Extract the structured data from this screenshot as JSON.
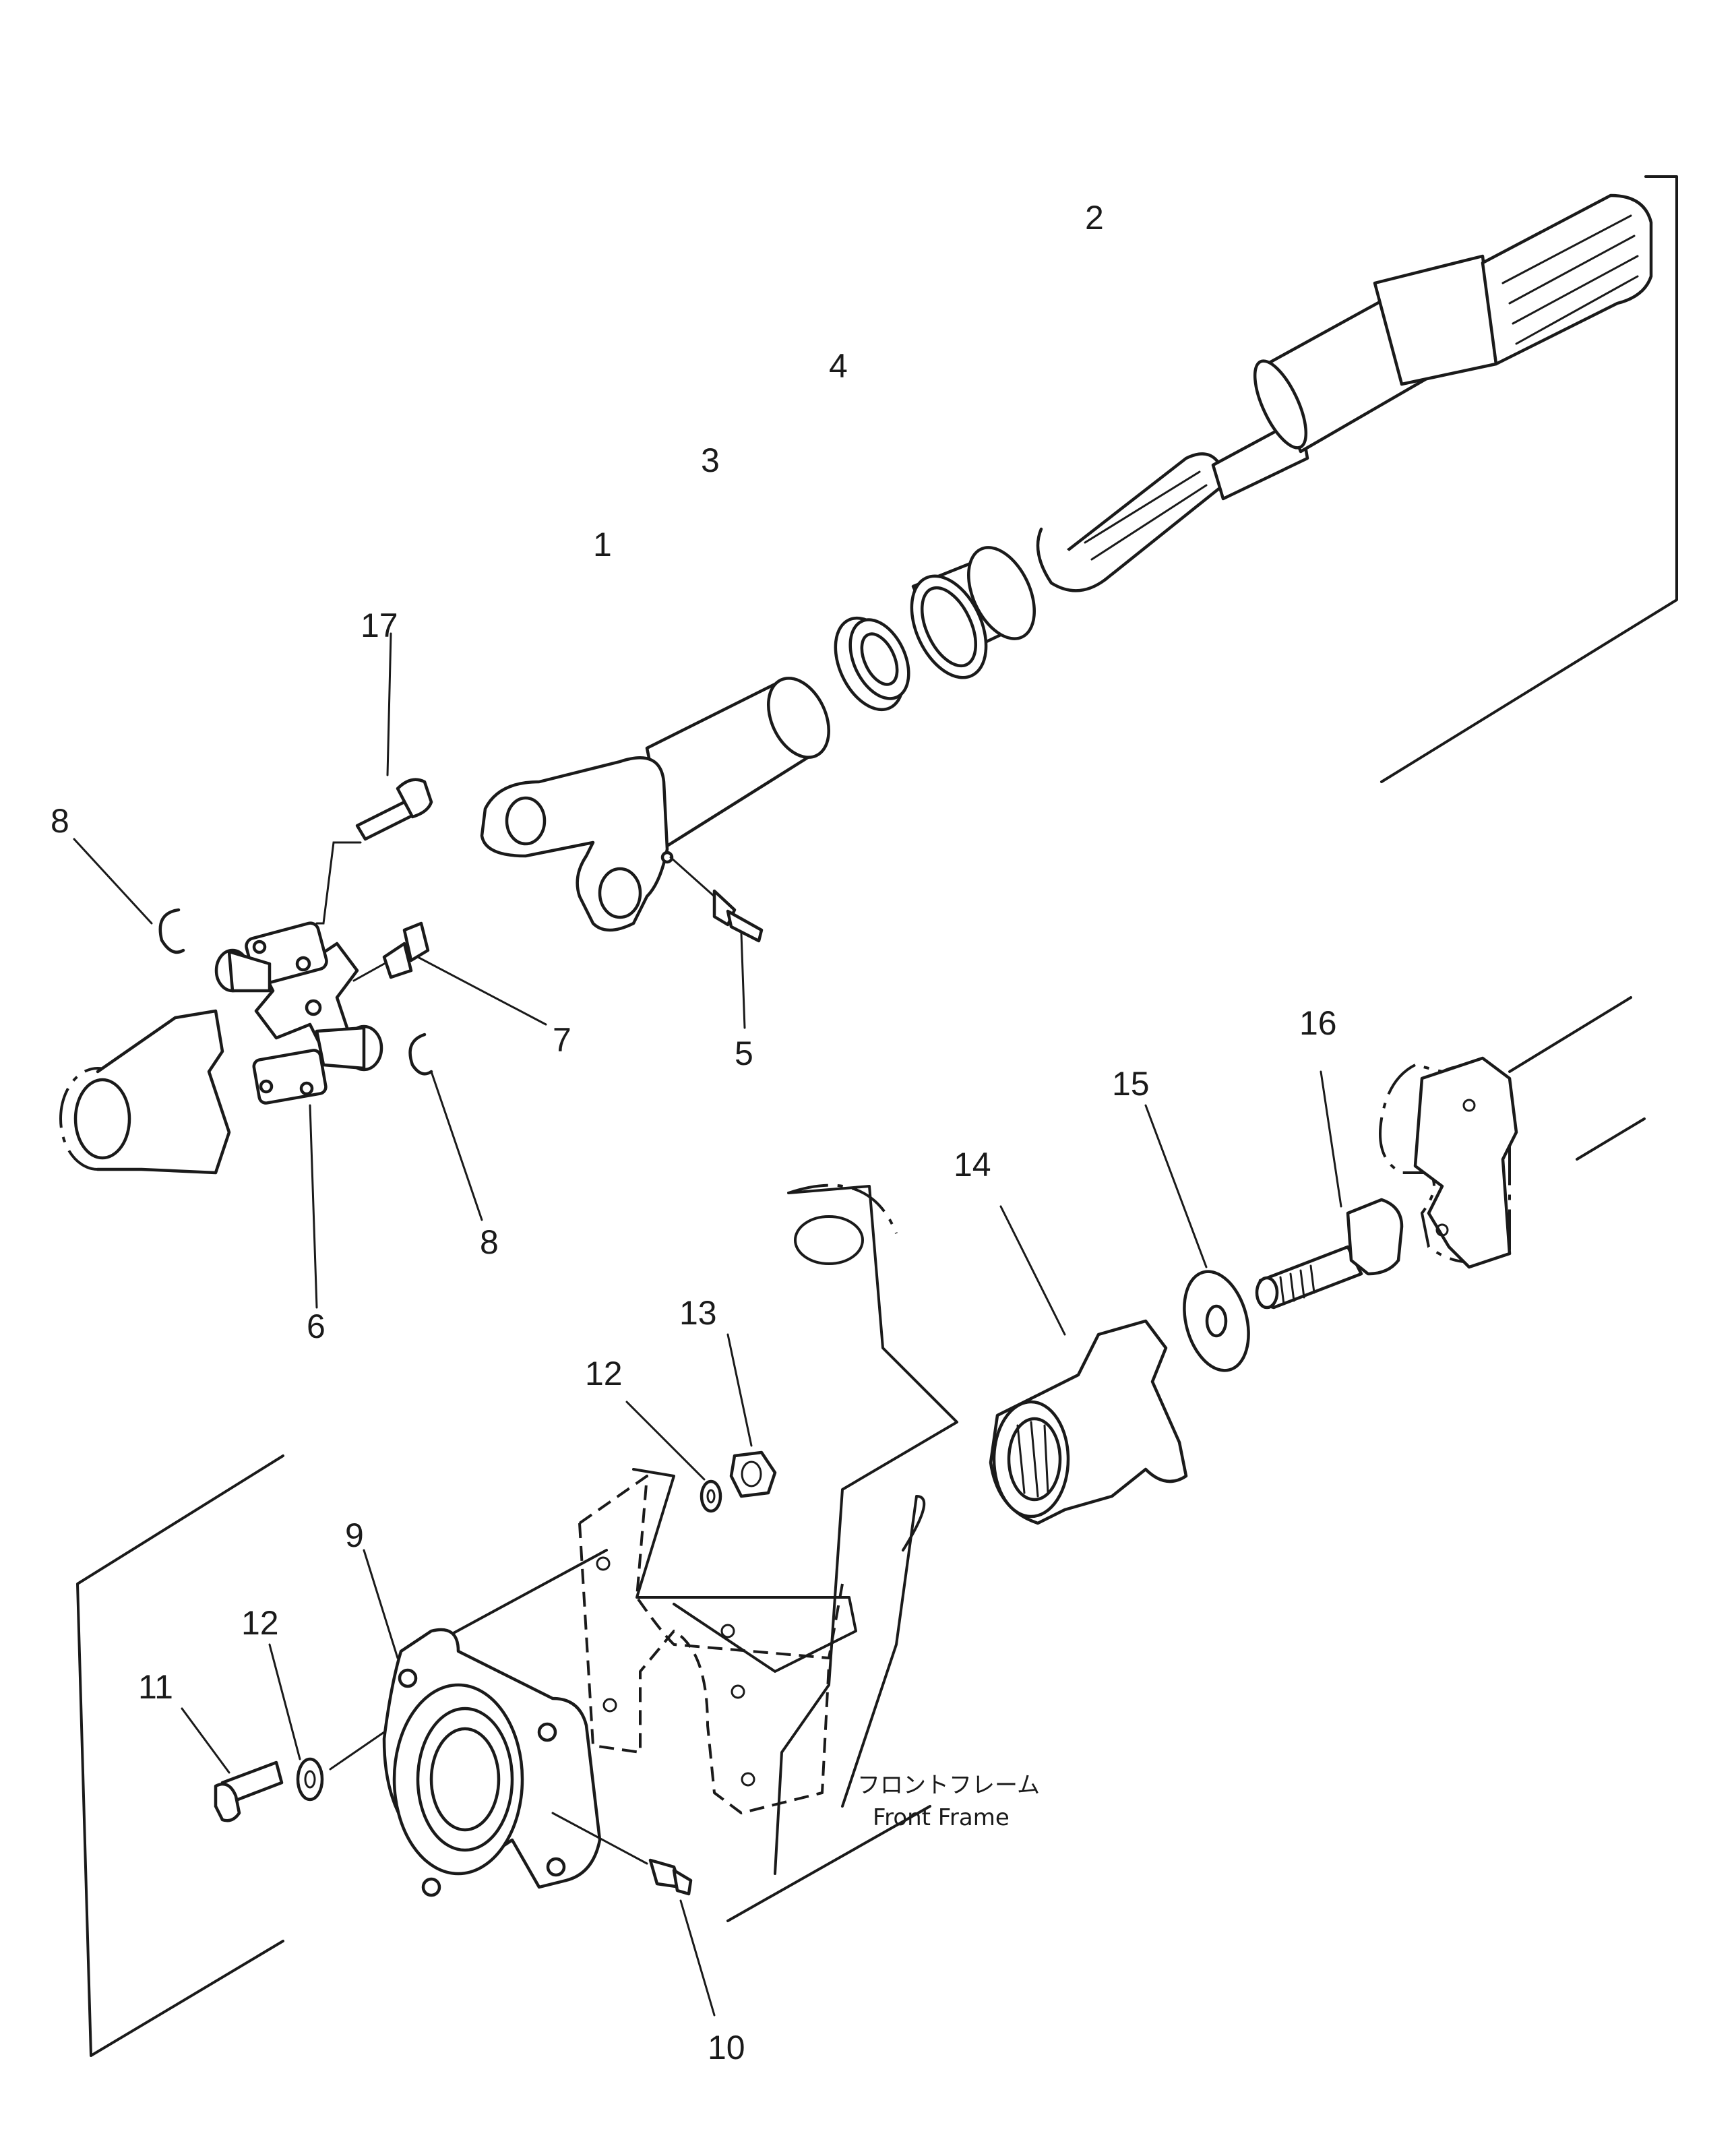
{
  "part_numbers": {
    "n1": "1",
    "n2": "2",
    "n3": "3",
    "n4": "4",
    "n5": "5",
    "n6": "6",
    "n7": "7",
    "n8a": "8",
    "n8b": "8",
    "n9": "9",
    "n10": "10",
    "n11": "11",
    "n12a": "12",
    "n12b": "12",
    "n13": "13",
    "n14": "14",
    "n15": "15",
    "n16": "16",
    "n17": "17"
  },
  "frame_label": {
    "japanese": "フロントフレーム",
    "english": "Front Frame"
  }
}
